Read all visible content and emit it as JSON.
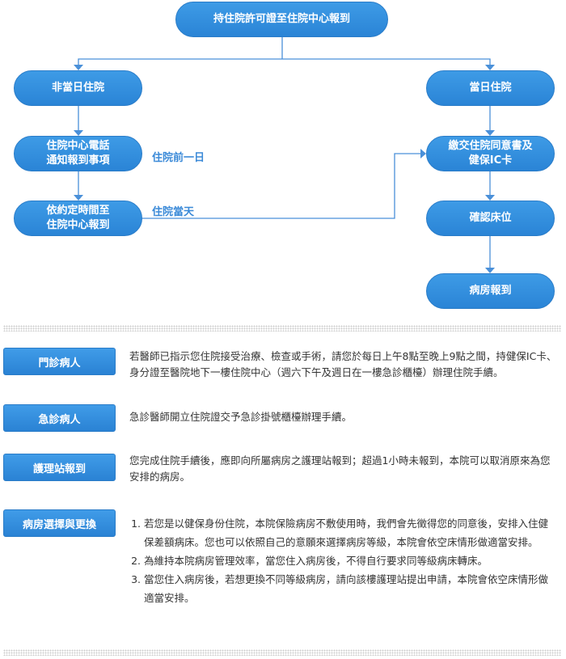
{
  "flow": {
    "start": "持住院許可證至住院中心報到",
    "left": [
      "非當日住院",
      "住院中心電話\n通知報到事項",
      "依約定時間至\n住院中心報到"
    ],
    "right": [
      "當日住院",
      "繳交住院同意書及\n健保IC卡",
      "確認床位",
      "病房報到"
    ],
    "label_day_before": "住院前一日",
    "label_same_day": "住院當天"
  },
  "sections": [
    {
      "title": "門診病人",
      "text": "若醫師已指示您住院接受治療、檢查或手術，請您於每日上午8點至晚上9點之間，持健保IC卡、身分證至醫院地下一樓住院中心（週六下午及週日在一樓急診櫃檯）辦理住院手續。"
    },
    {
      "title": "急診病人",
      "text": "急診醫師開立住院證交予急診掛號櫃檯辦理手續。"
    },
    {
      "title": "護理站報到",
      "text": "您完成住院手續後，應即向所屬病房之護理站報到；超過1小時未報到，本院可以取消原來為您安排的病房。"
    },
    {
      "title": "病房選擇與更換",
      "items": [
        "若您是以健保身份住院，本院保險病房不敷使用時，我們會先徵得您的同意後，安排入住健保差額病床。您也可以依照自己的意願來選擇病房等級，本院會依空床情形做適當安排。",
        "為維持本院病房管理效率，當您住入病房後，不得自行要求同等級病床轉床。",
        "當您住入病房後，若想更換不同等級病房，請向該樓護理站提出申請，本院會依空床情形做適當安排。"
      ]
    }
  ]
}
